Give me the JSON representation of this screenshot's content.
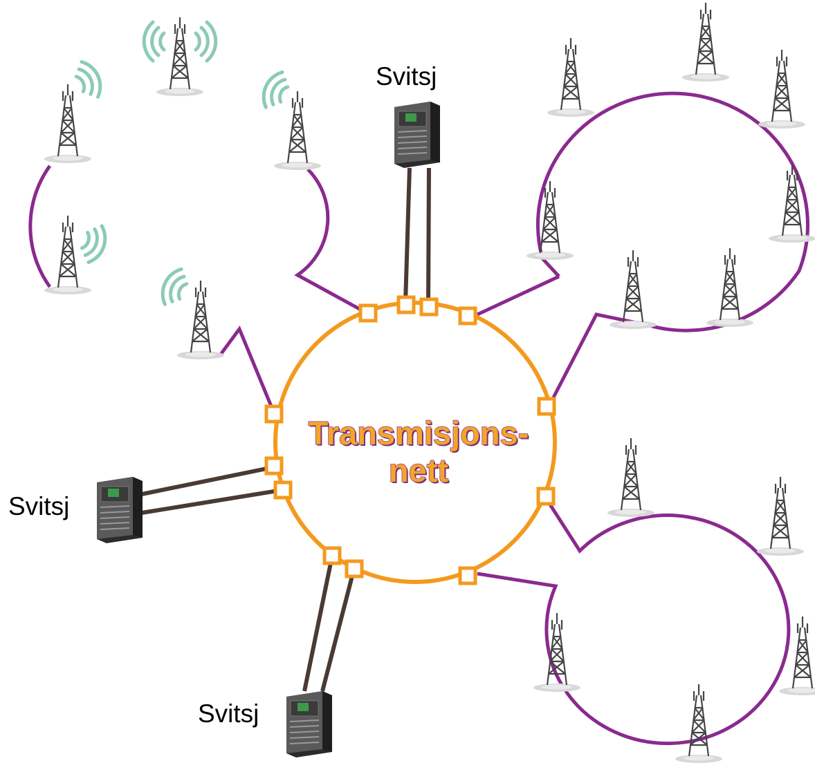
{
  "network": {
    "center_line1": "Transmisjons-",
    "center_line2": "nett",
    "switch_top": "Svitsj",
    "switch_left": "Svitsj",
    "switch_bottom": "Svitsj"
  },
  "colors": {
    "core_ring": "#f39a1e",
    "access_ring": "#8a2a8e",
    "trunk": "#4a3a33",
    "radio_wave": "#8ccbb3"
  },
  "icons": [
    "antenna-tower-icon",
    "switch-server-icon",
    "radio-wave-icon"
  ]
}
